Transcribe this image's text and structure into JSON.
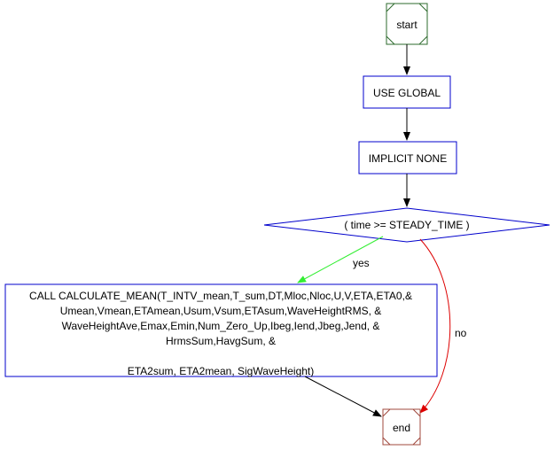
{
  "nodes": {
    "start": {
      "label": "start",
      "stroke": "#2e6b2e"
    },
    "use_global": {
      "label": "USE GLOBAL",
      "stroke": "#0000cc"
    },
    "implicit_none": {
      "label": "IMPLICIT NONE",
      "stroke": "#0000cc"
    },
    "decision": {
      "label": "( time >= STEADY_TIME )",
      "stroke": "#0000cc"
    },
    "call_block": {
      "stroke": "#0000cc",
      "lines": [
        "CALL CALCULATE_MEAN(T_INTV_mean,T_sum,DT,Mloc,Nloc,U,V,ETA,ETA0,&",
        "Umean,Vmean,ETAmean,Usum,Vsum,ETAsum,WaveHeightRMS, &",
        "WaveHeightAve,Emax,Emin,Num_Zero_Up,Ibeg,Iend,Jbeg,Jend, &",
        "HrmsSum,HavgSum, &",
        "",
        "ETA2sum, ETA2mean, SigWaveHeight)"
      ]
    },
    "end": {
      "label": "end",
      "stroke": "#a0483c"
    }
  },
  "edges": {
    "yes": {
      "label": "yes",
      "color": "#33ee33"
    },
    "no": {
      "label": "no",
      "color": "#dd0000"
    },
    "default_color": "#000000"
  }
}
